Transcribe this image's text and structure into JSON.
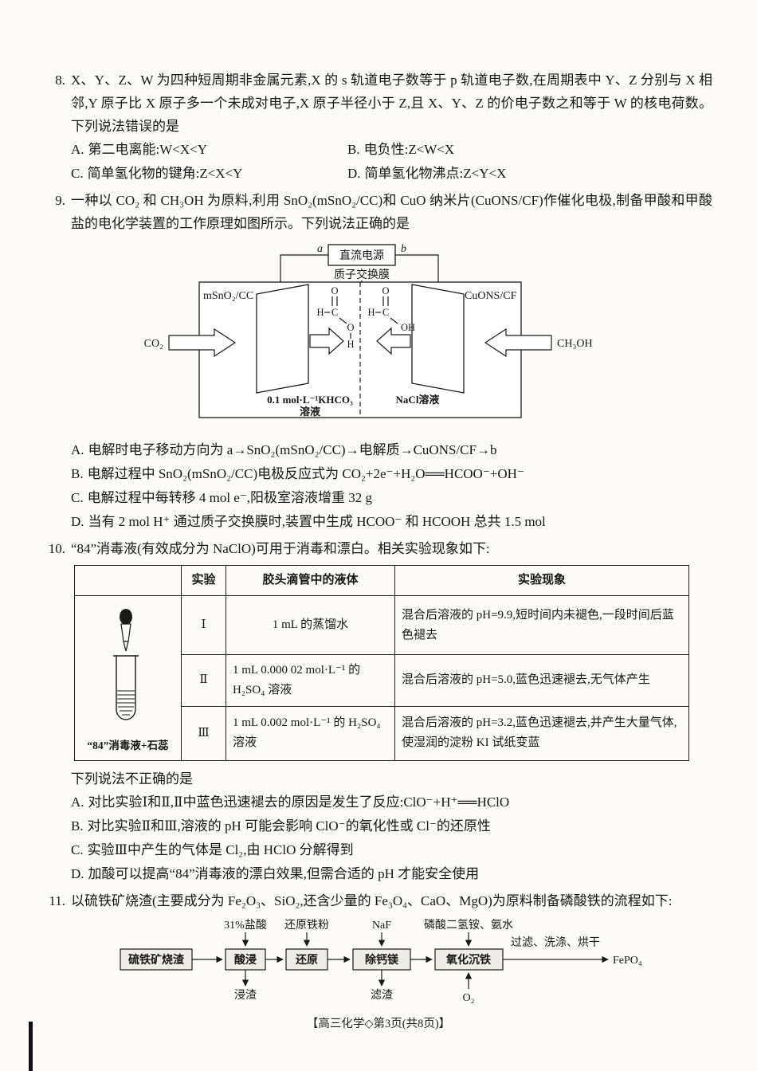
{
  "page": {
    "footer": "【高三化学◇第3页(共8页)】"
  },
  "q8": {
    "number": "8.",
    "stem": "X、Y、Z、W 为四种短周期非金属元素,X 的 s 轨道电子数等于 p 轨道电子数,在周期表中 Y、Z 分别与 X 相邻,Y 原子比 X 原子多一个未成对电子,X 原子半径小于 Z,且 X、Y、Z 的价电子数之和等于 W 的核电荷数。下列说法错误的是",
    "options": [
      {
        "label": "A.",
        "text": "第二电离能:W<X<Y"
      },
      {
        "label": "B.",
        "text": "电负性:Z<W<X"
      },
      {
        "label": "C.",
        "text": "简单氢化物的键角:Z<X<Y"
      },
      {
        "label": "D.",
        "text": "简单氢化物沸点:Z<Y<X"
      }
    ]
  },
  "q9": {
    "number": "9.",
    "stem": "一种以 CO₂ 和 CH₃OH 为原料,利用 SnO₂(mSnO₂/CC)和 CuO 纳米片(CuONS/CF)作催化电极,制备甲酸和甲酸盐的电化学装置的工作原理如图所示。下列说法正确的是",
    "diagram": {
      "terminal_a": "a",
      "terminal_b": "b",
      "power_supply": "直流电源",
      "membrane": "质子交换膜",
      "left_electrode": "mSnO₂/CC",
      "right_electrode": "CuONS/CF",
      "left_feed": "CO₂",
      "right_feed": "CH₃OH",
      "left_solution_line1": "0.1 mol·L⁻¹KHCO₃",
      "left_solution_line2": "溶液",
      "right_solution": "NaCl溶液",
      "atoms": {
        "o": "O",
        "c": "C",
        "h": "H",
        "oh": "OH"
      }
    },
    "options": [
      {
        "label": "A.",
        "text": "电解时电子移动方向为 a→SnO₂(mSnO₂/CC)→电解质→CuONS/CF→b"
      },
      {
        "label": "B.",
        "text": "电解过程中 SnO₂(mSnO₂/CC)电极反应式为 CO₂+2e⁻+H₂O══HCOO⁻+OH⁻"
      },
      {
        "label": "C.",
        "text": "电解过程中每转移 4 mol e⁻,阳极室溶液增重 32 g"
      },
      {
        "label": "D.",
        "text": "当有 2 mol H⁺ 通过质子交换膜时,装置中生成 HCOO⁻ 和 HCOOH 总共 1.5 mol"
      }
    ]
  },
  "q10": {
    "number": "10.",
    "stem": "“84”消毒液(有效成分为 NaClO)可用于消毒和漂白。相关实验现象如下:",
    "table": {
      "header_experiment": "实验",
      "header_liquid": "胶头滴管中的液体",
      "header_phenomenon": "实验现象",
      "image_label": "“84”消毒液+石蕊",
      "rows": [
        {
          "experiment": "Ⅰ",
          "liquid": "1 mL 的蒸馏水",
          "phenomenon": "混合后溶液的 pH=9.9,短时间内未褪色,一段时间后蓝色褪去"
        },
        {
          "experiment": "Ⅱ",
          "liquid": "1 mL 0.000 02 mol·L⁻¹ 的 H₂SO₄ 溶液",
          "phenomenon": "混合后溶液的 pH=5.0,蓝色迅速褪去,无气体产生"
        },
        {
          "experiment": "Ⅲ",
          "liquid": "1 mL 0.002 mol·L⁻¹ 的 H₂SO₄ 溶液",
          "phenomenon": "混合后溶液的 pH=3.2,蓝色迅速褪去,并产生大量气体,使湿润的淀粉 KI 试纸变蓝"
        }
      ]
    },
    "question": "下列说法不正确的是",
    "options": [
      {
        "label": "A.",
        "text": "对比实验Ⅰ和Ⅱ,Ⅱ中蓝色迅速褪去的原因是发生了反应:ClO⁻+H⁺══HClO"
      },
      {
        "label": "B.",
        "text": "对比实验Ⅱ和Ⅲ,溶液的 pH 可能会影响 ClO⁻的氧化性或 Cl⁻的还原性"
      },
      {
        "label": "C.",
        "text": "实验Ⅲ中产生的气体是 Cl₂,由 HClO 分解得到"
      },
      {
        "label": "D.",
        "text": "加酸可以提高“84”消毒液的漂白效果,但需合适的 pH 才能安全使用"
      }
    ]
  },
  "q11": {
    "number": "11.",
    "stem": "以硫铁矿烧渣(主要成分为 Fe₂O₃、SiO₂,还含少量的 Fe₃O₄、CaO、MgO)为原料制备磷酸铁的流程如下:",
    "flow": {
      "start": "硫铁矿烧渣",
      "steps": [
        "酸浸",
        "还原",
        "除钙镁",
        "氧化沉铁"
      ],
      "top_inputs": [
        "31%盐酸",
        "还原铁粉",
        "NaF",
        "磷酸二氢铵、氨水"
      ],
      "bottom_outputs": [
        "浸渣",
        "滤渣",
        "O₂"
      ],
      "final_step": "过滤、洗涤、烘干",
      "product": "FePO₄"
    }
  }
}
